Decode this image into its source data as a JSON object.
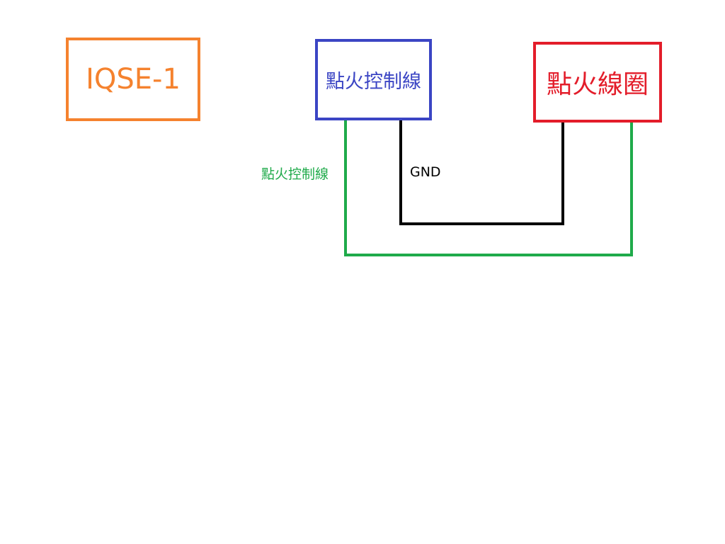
{
  "blocks": {
    "controller": {
      "label": "IQSE-1",
      "color": "#f5822e"
    },
    "ignition_control": {
      "label": "點火控制線",
      "color": "#3b45c4"
    },
    "ignition_coil": {
      "label": "點火線圈",
      "color": "#e31d2a"
    }
  },
  "wires": {
    "signal": {
      "label": "點火控制線",
      "color": "#1faa4a"
    },
    "ground": {
      "label": "GND",
      "color": "#000000"
    }
  }
}
